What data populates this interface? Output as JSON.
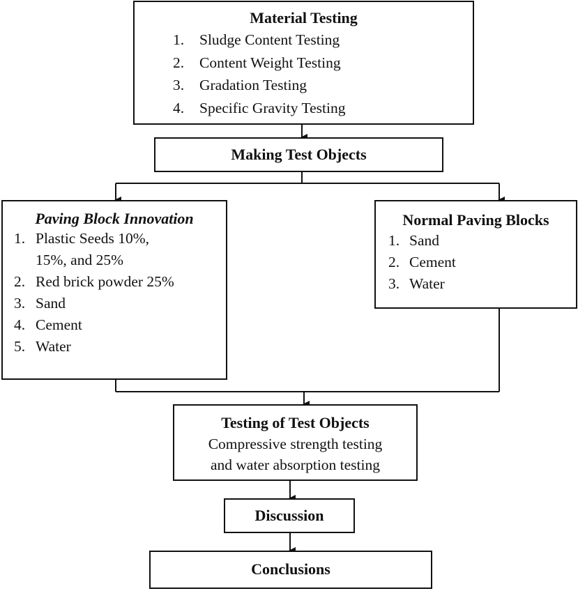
{
  "material_testing": {
    "title": "Material Testing",
    "items": [
      {
        "num": "1.",
        "text": "Sludge Content Testing"
      },
      {
        "num": "2.",
        "text": "Content Weight Testing"
      },
      {
        "num": "3.",
        "text": "Gradation Testing"
      },
      {
        "num": "4.",
        "text": "Specific Gravity Testing"
      }
    ]
  },
  "making_test_objects": {
    "title": "Making Test Objects"
  },
  "paving_block_innovation": {
    "title": "Paving Block Innovation",
    "items": [
      {
        "num": "1.",
        "text": "Plastic Seeds 10%,"
      },
      {
        "num": "",
        "text": "15%, and 25%"
      },
      {
        "num": "2.",
        "text": "Red brick powder 25%"
      },
      {
        "num": "3.",
        "text": "Sand"
      },
      {
        "num": "4.",
        "text": "Cement"
      },
      {
        "num": "5.",
        "text": "Water"
      }
    ]
  },
  "normal_paving_blocks": {
    "title": "Normal Paving Blocks",
    "items": [
      {
        "num": "1.",
        "text": "Sand"
      },
      {
        "num": "2.",
        "text": "Cement"
      },
      {
        "num": "3.",
        "text": "Water"
      }
    ]
  },
  "testing_of_test_objects": {
    "title": "Testing of Test Objects",
    "line1": "Compressive strength testing",
    "line2": "and water absorption testing"
  },
  "discussion": {
    "title": "Discussion"
  },
  "conclusions": {
    "title": "Conclusions"
  }
}
